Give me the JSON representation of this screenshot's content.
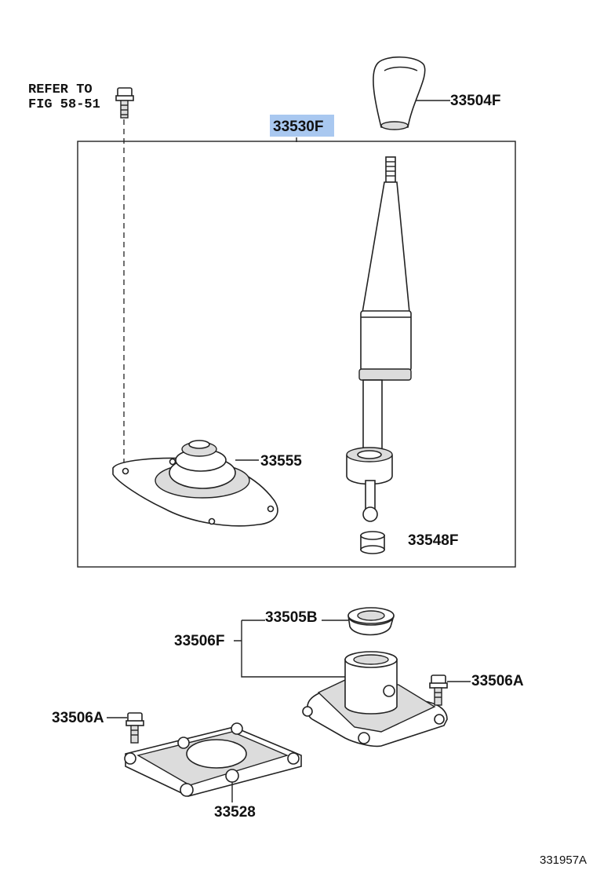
{
  "diagram": {
    "reference_note": [
      "REFER TO",
      "FIG 58-51"
    ],
    "highlight_color": "#a9c8f0",
    "labels": {
      "assembly": "33530F",
      "knob": "33504F",
      "boot": "33555",
      "bushing": "33548F",
      "seat": "33505B",
      "housing": "33506F",
      "bolt_right": "33506A",
      "bolt_left": "33506A",
      "plate": "33528"
    },
    "figure_number": "331957A"
  }
}
